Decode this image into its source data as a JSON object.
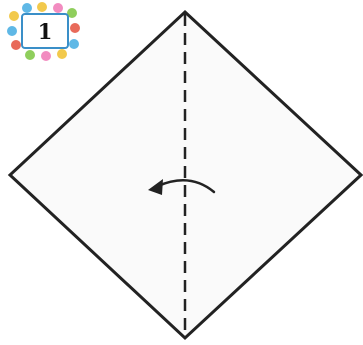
{
  "step_badge": {
    "number": "1",
    "frame_colors": [
      "#f2c94c",
      "#5fb8e6",
      "#e86a5a",
      "#8fce5c",
      "#f28cc0"
    ],
    "badge_fill": "#ffffff",
    "badge_border": "#3a8fc8",
    "number_color": "#111111"
  },
  "paper": {
    "fill": "#fafafa",
    "stroke": "#222222"
  },
  "fold_line": {
    "style": "dashed",
    "color": "#222222"
  },
  "fold_arrow": {
    "direction": "left",
    "color": "#222222"
  }
}
